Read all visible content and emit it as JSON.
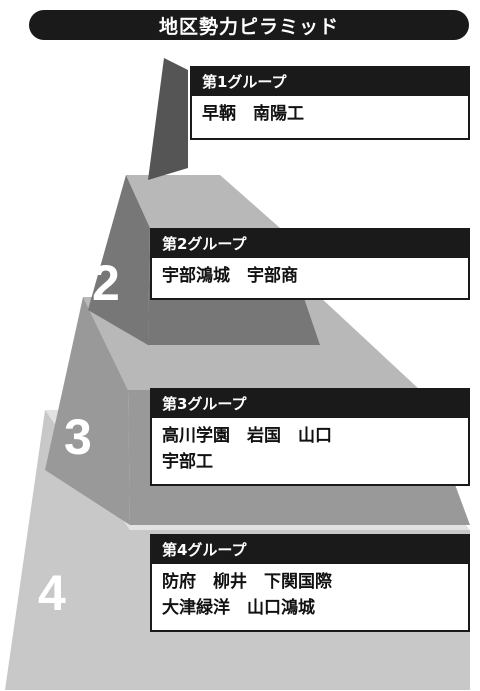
{
  "title": "地区勢力ピラミッド",
  "colors": {
    "dark": "#1a1a1a",
    "tier1": "#555555",
    "tier2": "#777777",
    "tier3": "#999999",
    "tier4": "#c8c8c8",
    "top_face": "#b8b8b8",
    "top_face_light": "#e2e2e2"
  },
  "levels": [
    {
      "number": "1",
      "header": "第1グループ",
      "teams": [
        "早鞆　南陽工"
      ]
    },
    {
      "number": "2",
      "header": "第2グループ",
      "teams": [
        "宇部鴻城　宇部商"
      ]
    },
    {
      "number": "3",
      "header": "第3グループ",
      "teams": [
        "高川学園　岩国　山口",
        "宇部工"
      ]
    },
    {
      "number": "4",
      "header": "第4グループ",
      "teams": [
        "防府　柳井　下関国際",
        "大津緑洋　山口鴻城"
      ]
    }
  ]
}
